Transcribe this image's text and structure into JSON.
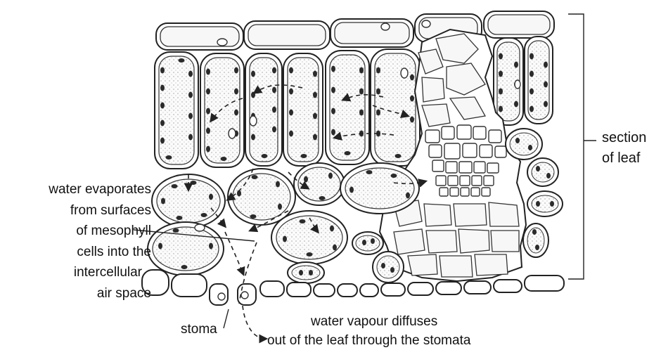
{
  "labels": {
    "section": [
      "section",
      "of leaf"
    ],
    "evaporates": [
      "water evaporates",
      "from surfaces",
      "of mesophyll",
      "cells into the",
      "intercellular",
      "air space"
    ],
    "stoma": "stoma",
    "diffuses": [
      "water vapour diffuses",
      "out of the leaf through the stomata"
    ]
  }
}
